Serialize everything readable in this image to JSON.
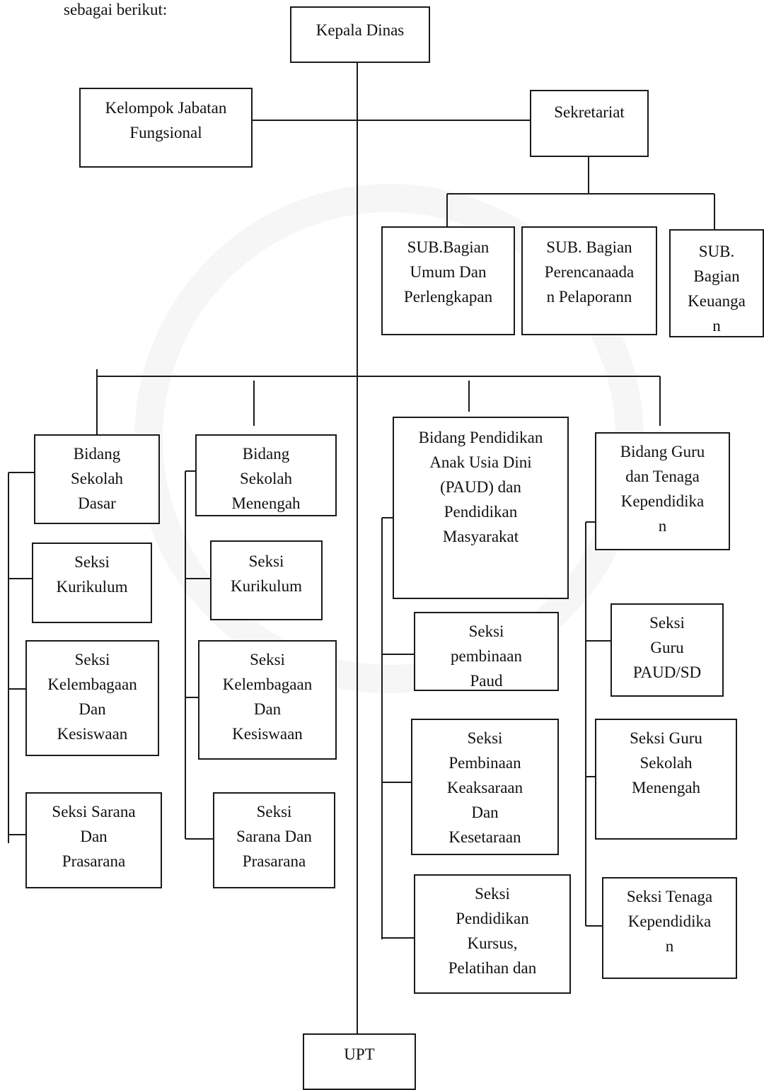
{
  "intro_text": "sebagai berikut:",
  "boxes": {
    "kepala": "Kepala Dinas",
    "fungsional": "Kelompok Jabatan\nFungsional",
    "sekretariat": "Sekretariat",
    "sub_umum": "SUB.Bagian\nUmum Dan\nPerlengkapan",
    "sub_perencanaan": "SUB. Bagian\nPerencanaada\nn Pelaporann",
    "sub_keuangan": "SUB.\nBagian\nKeuanga\nn",
    "bidang_sd": "Bidang\nSekolah\nDasar",
    "sd_kurikulum": "Seksi\nKurikulum",
    "sd_kelembagaan": "Seksi\nKelembagaan\nDan\nKesiswaan",
    "sd_sarana": "Seksi Sarana\nDan\nPrasarana",
    "bidang_sm": "Bidang\nSekolah\nMenengah",
    "sm_kurikulum": "Seksi\nKurikulum",
    "sm_kelembagaan": "Seksi\nKelembagaan\nDan\nKesiswaan",
    "sm_sarana": "Seksi\nSarana Dan\nPrasarana",
    "bidang_paud": "Bidang Pendidikan\nAnak Usia Dini\n(PAUD) dan\nPendidikan\nMasyarakat",
    "paud_pembinaan": "Seksi\npembinaan\nPaud",
    "paud_keaksaraan": "Seksi\nPembinaan\nKeaksaraan\nDan\nKesetaraan",
    "paud_kursus": "Seksi\nPendidikan\nKursus,\nPelatihan dan",
    "bidang_guru": "Bidang Guru\ndan Tenaga\nKependidika\nn",
    "guru_paud_sd": "Seksi\nGuru\nPAUD/SD",
    "guru_sm": "Seksi Guru\nSekolah\nMenengah",
    "tenaga": "Seksi Tenaga\nKependidika\nn",
    "upt": "UPT"
  }
}
